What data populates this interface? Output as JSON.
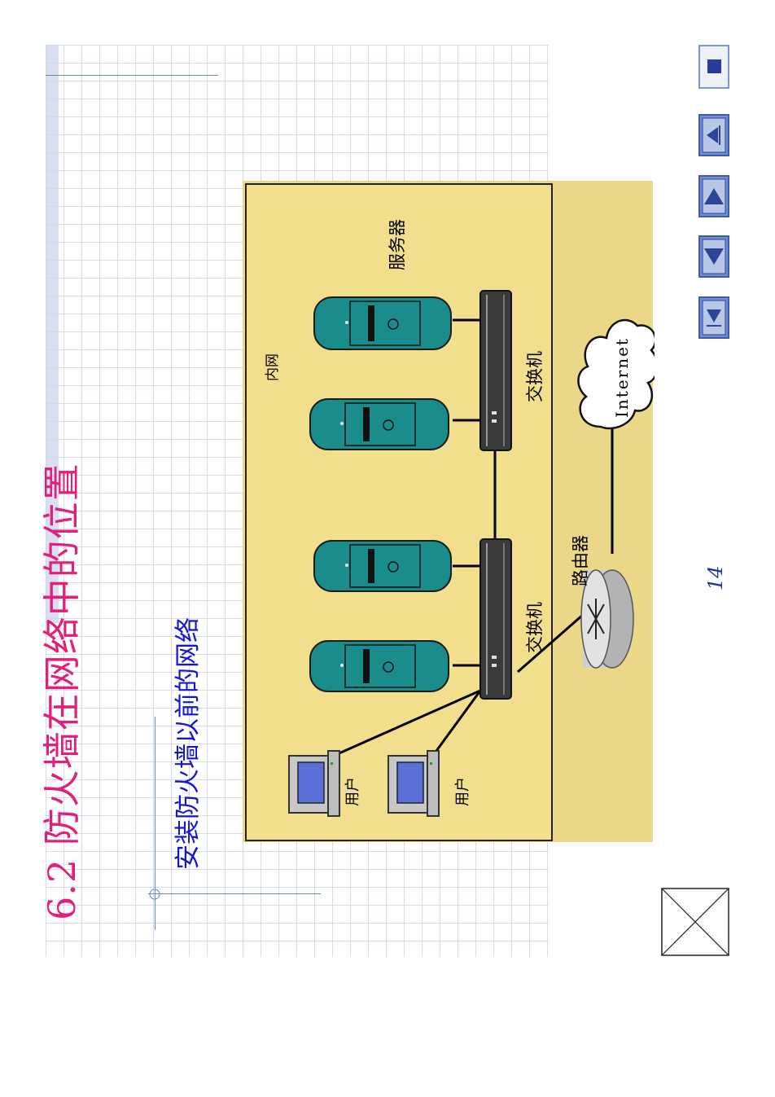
{
  "slide": {
    "title": "6.2 防火墙在网络中的位置",
    "subtitle": "安装防火墙以前的网络",
    "page_number": "14"
  },
  "diagram": {
    "intranet_label": "内网",
    "servers_label": "服务器",
    "switch_label_top": "交换机",
    "switch_label_bottom": "交换机",
    "router_label": "路由器",
    "internet_label": "Internet",
    "user_label_1": "用户",
    "user_label_2": "用户"
  },
  "colors": {
    "title": "#e0207a",
    "subtitle": "#1515d6",
    "outer_bg": "#ead787",
    "intranet_bg": "#f1df8e",
    "server_teal": "#1a8c8c",
    "switch_dark": "#3a3a3a"
  },
  "nav": {
    "buttons": [
      "stop-icon",
      "first-page-icon",
      "prev-page-icon",
      "next-page-icon",
      "last-page-icon"
    ]
  }
}
